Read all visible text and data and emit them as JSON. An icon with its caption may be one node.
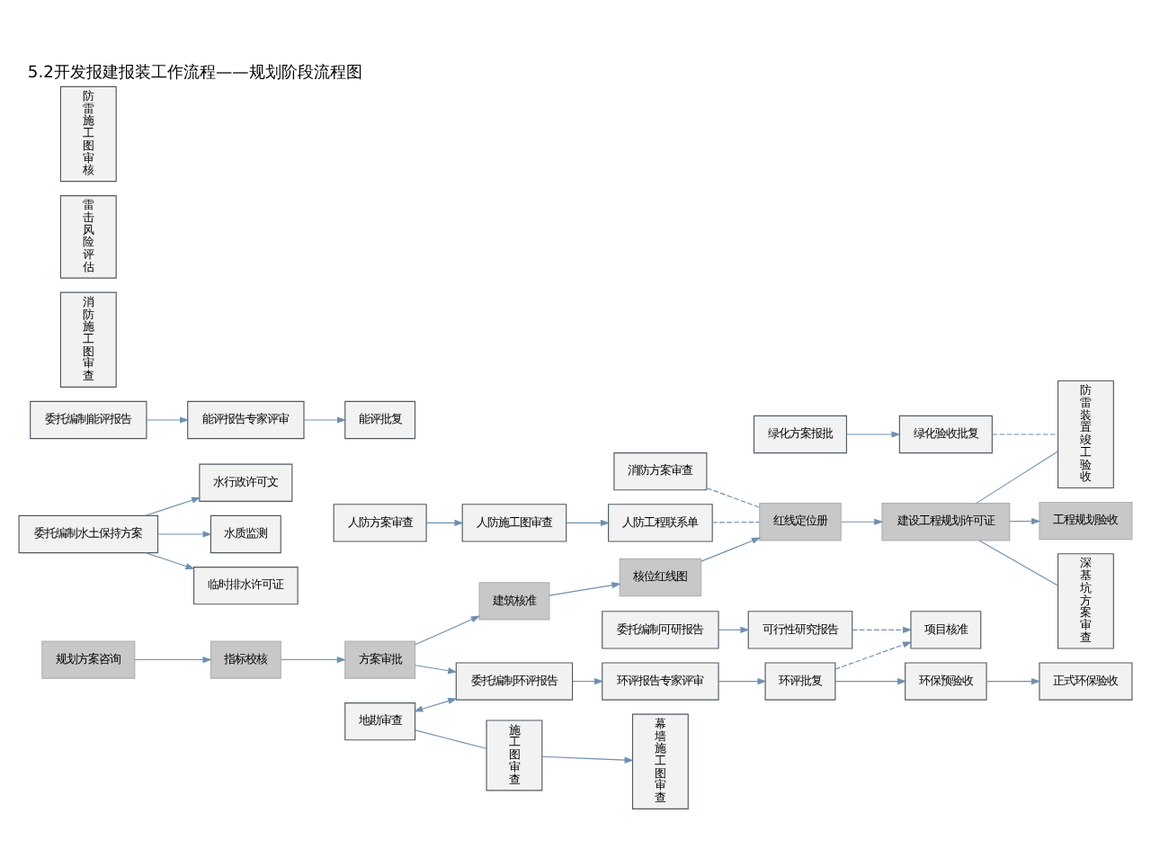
{
  "diagram": {
    "title": "5.2开发报建报装工作流程——规划阶段流程图",
    "nodes": [
      {
        "text": [
          "委托编制可研报告"
        ]
      },
      {
        "text": [
          "可行性研究报告"
        ]
      },
      {
        "text": [
          "委托编制水土保持方案"
        ]
      },
      {
        "text": [
          "水行政许可文"
        ]
      },
      {
        "text": [
          "水质监测"
        ]
      },
      {
        "text": [
          "临时排水许可证"
        ]
      },
      {
        "text": [
          "项目核准"
        ]
      },
      {
        "text": [
          "委托编制能评报告"
        ]
      },
      {
        "text": [
          "能评报告专家评审"
        ]
      },
      {
        "text": [
          "能评批复"
        ]
      },
      {
        "text": [
          "规划方案咨询"
        ]
      },
      {
        "text": [
          "委托编制环评报告"
        ]
      },
      {
        "text": [
          "环评报告专家评审"
        ]
      },
      {
        "text": [
          "环评批复"
        ]
      },
      {
        "text": [
          "环保预验收"
        ]
      },
      {
        "text": [
          "正式环保验收"
        ]
      },
      {
        "text": [
          "指标校核"
        ]
      },
      {
        "text": [
          "方案审批"
        ]
      },
      {
        "text": [
          "建筑核准"
        ]
      },
      {
        "text": [
          "核位红线图"
        ]
      },
      {
        "text": [
          "红线定位册"
        ]
      },
      {
        "text": [
          "建设工程规划许可证"
        ]
      },
      {
        "text": [
          "工程规划验收"
        ]
      },
      {
        "text": [
          "地勘审查"
        ]
      },
      {
        "text": [
          "深基坑方案审查"
        ]
      },
      {
        "text": [
          "施工图审查"
        ]
      },
      {
        "text": [
          "消防施工图审查"
        ]
      },
      {
        "text": [
          "雷击风险评估"
        ]
      },
      {
        "text": [
          "防雷施工图审核"
        ]
      },
      {
        "text": [
          "防雷装置竣工验收"
        ]
      },
      {
        "text": [
          "幕墙施工图审查"
        ]
      },
      {
        "text": [
          "消防方案审查"
        ]
      },
      {
        "text": [
          "人防方案审查"
        ]
      },
      {
        "text": [
          "人防施工图审查"
        ]
      },
      {
        "text": [
          "人防工程联系单"
        ]
      },
      {
        "text": [
          "绿化方案报批"
        ]
      },
      {
        "text": [
          "绿化验收批复"
        ]
      }
    ],
    "edges": [
      {
        "from": 0,
        "to": 1,
        "arrow": "to"
      },
      {
        "from": 2,
        "to": 3,
        "arrow": "to"
      },
      {
        "from": 2,
        "to": 4,
        "arrow": "to"
      },
      {
        "from": 2,
        "to": 5,
        "arrow": "to"
      },
      {
        "from": 1,
        "to": 6,
        "arrow": "to",
        "style": "dashed"
      },
      {
        "from": 13,
        "to": 6,
        "arrow": "to",
        "style": "dashed"
      },
      {
        "from": 7,
        "to": 8,
        "arrow": "to"
      },
      {
        "from": 8,
        "to": 9,
        "arrow": "to"
      },
      {
        "from": 11,
        "to": 12,
        "arrow": "to"
      },
      {
        "from": 12,
        "to": 13,
        "arrow": "to"
      },
      {
        "from": 13,
        "to": 14,
        "arrow": "to"
      },
      {
        "from": 14,
        "to": 15,
        "arrow": "to"
      },
      {
        "from": 10,
        "to": 16,
        "arrow": "to"
      },
      {
        "from": 16,
        "to": 17,
        "arrow": "to"
      },
      {
        "from": 17,
        "to": 11,
        "arrow": "to"
      },
      {
        "from": 23,
        "to": 11,
        "arrow": "both"
      },
      {
        "from": 17,
        "to": 18,
        "arrow": "to"
      },
      {
        "from": 18,
        "to": 19,
        "arrow": "to"
      },
      {
        "from": 19,
        "to": 20,
        "arrow": "to"
      },
      {
        "from": 20,
        "to": 21,
        "arrow": "to"
      },
      {
        "from": 21,
        "to": 22,
        "arrow": "to"
      },
      {
        "from": 23,
        "to": 25,
        "arrow": "none"
      },
      {
        "from": 21,
        "to": 24,
        "arrow": "none"
      },
      {
        "from": 21,
        "to": 29,
        "arrow": "none"
      },
      {
        "from": 25,
        "to": 30,
        "arrow": "to"
      },
      {
        "from": 31,
        "to": 20,
        "arrow": "none",
        "style": "dashed"
      },
      {
        "from": 32,
        "to": 33,
        "arrow": "to"
      },
      {
        "from": 33,
        "to": 34,
        "arrow": "to"
      },
      {
        "from": 34,
        "to": 20,
        "arrow": "none",
        "style": "dashed"
      },
      {
        "from": 35,
        "to": 36,
        "arrow": "to"
      },
      {
        "from": 36,
        "to": 29,
        "arrow": "none",
        "style": "dashed"
      }
    ]
  }
}
